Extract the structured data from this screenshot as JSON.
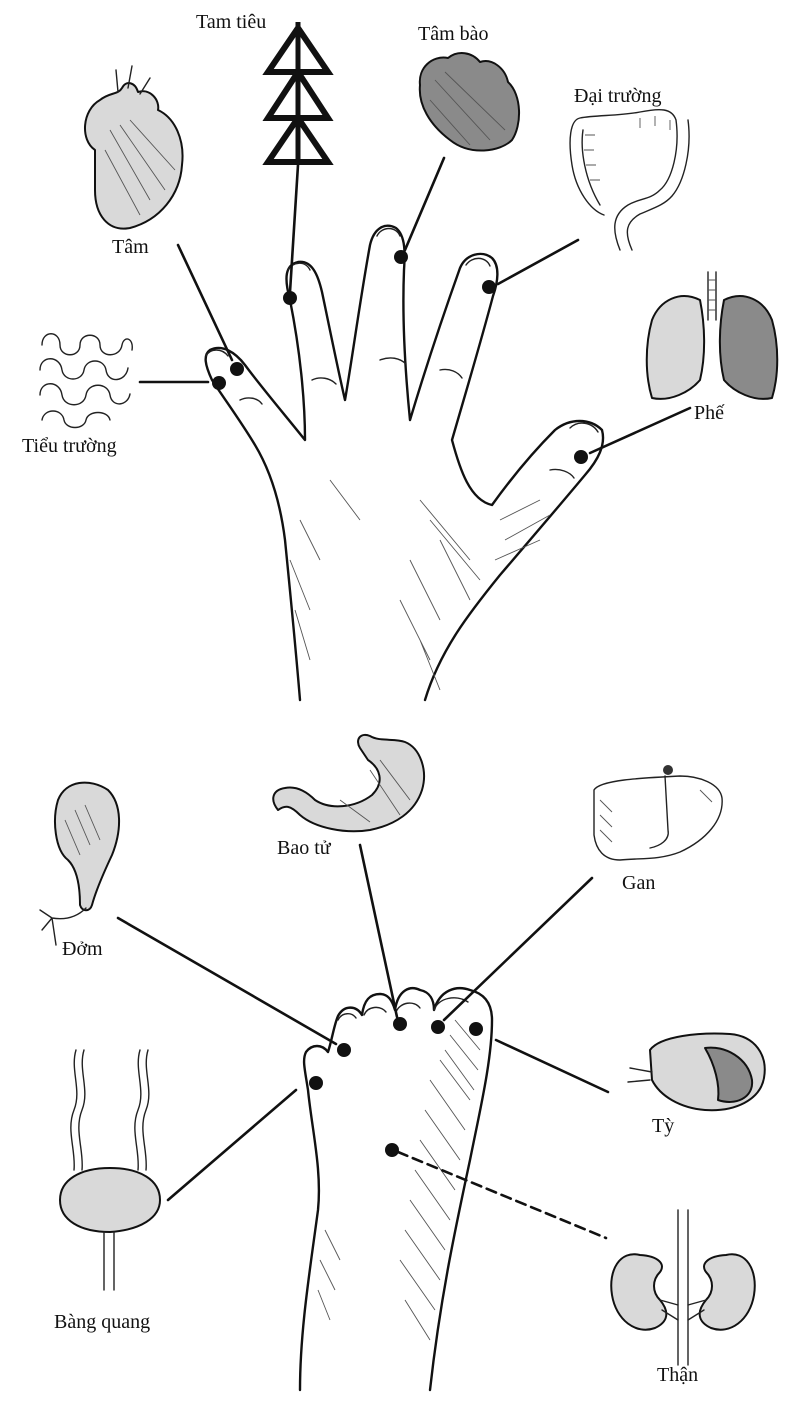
{
  "diagram": {
    "hand_labels": {
      "tam_tieu": "Tam tiêu",
      "tam_bao": "Tâm bào",
      "dai_truong": "Đại trường",
      "tam": "Tâm",
      "tieu_truong": "Tiểu trường",
      "phe": "Phế"
    },
    "foot_labels": {
      "bao_tu": "Bao tử",
      "gan": "Gan",
      "dom": "Đởm",
      "ty": "Tỳ",
      "bang_quang": "Bàng quang",
      "than": "Thận"
    },
    "colors": {
      "ink": "#111111",
      "background": "#ffffff"
    }
  }
}
